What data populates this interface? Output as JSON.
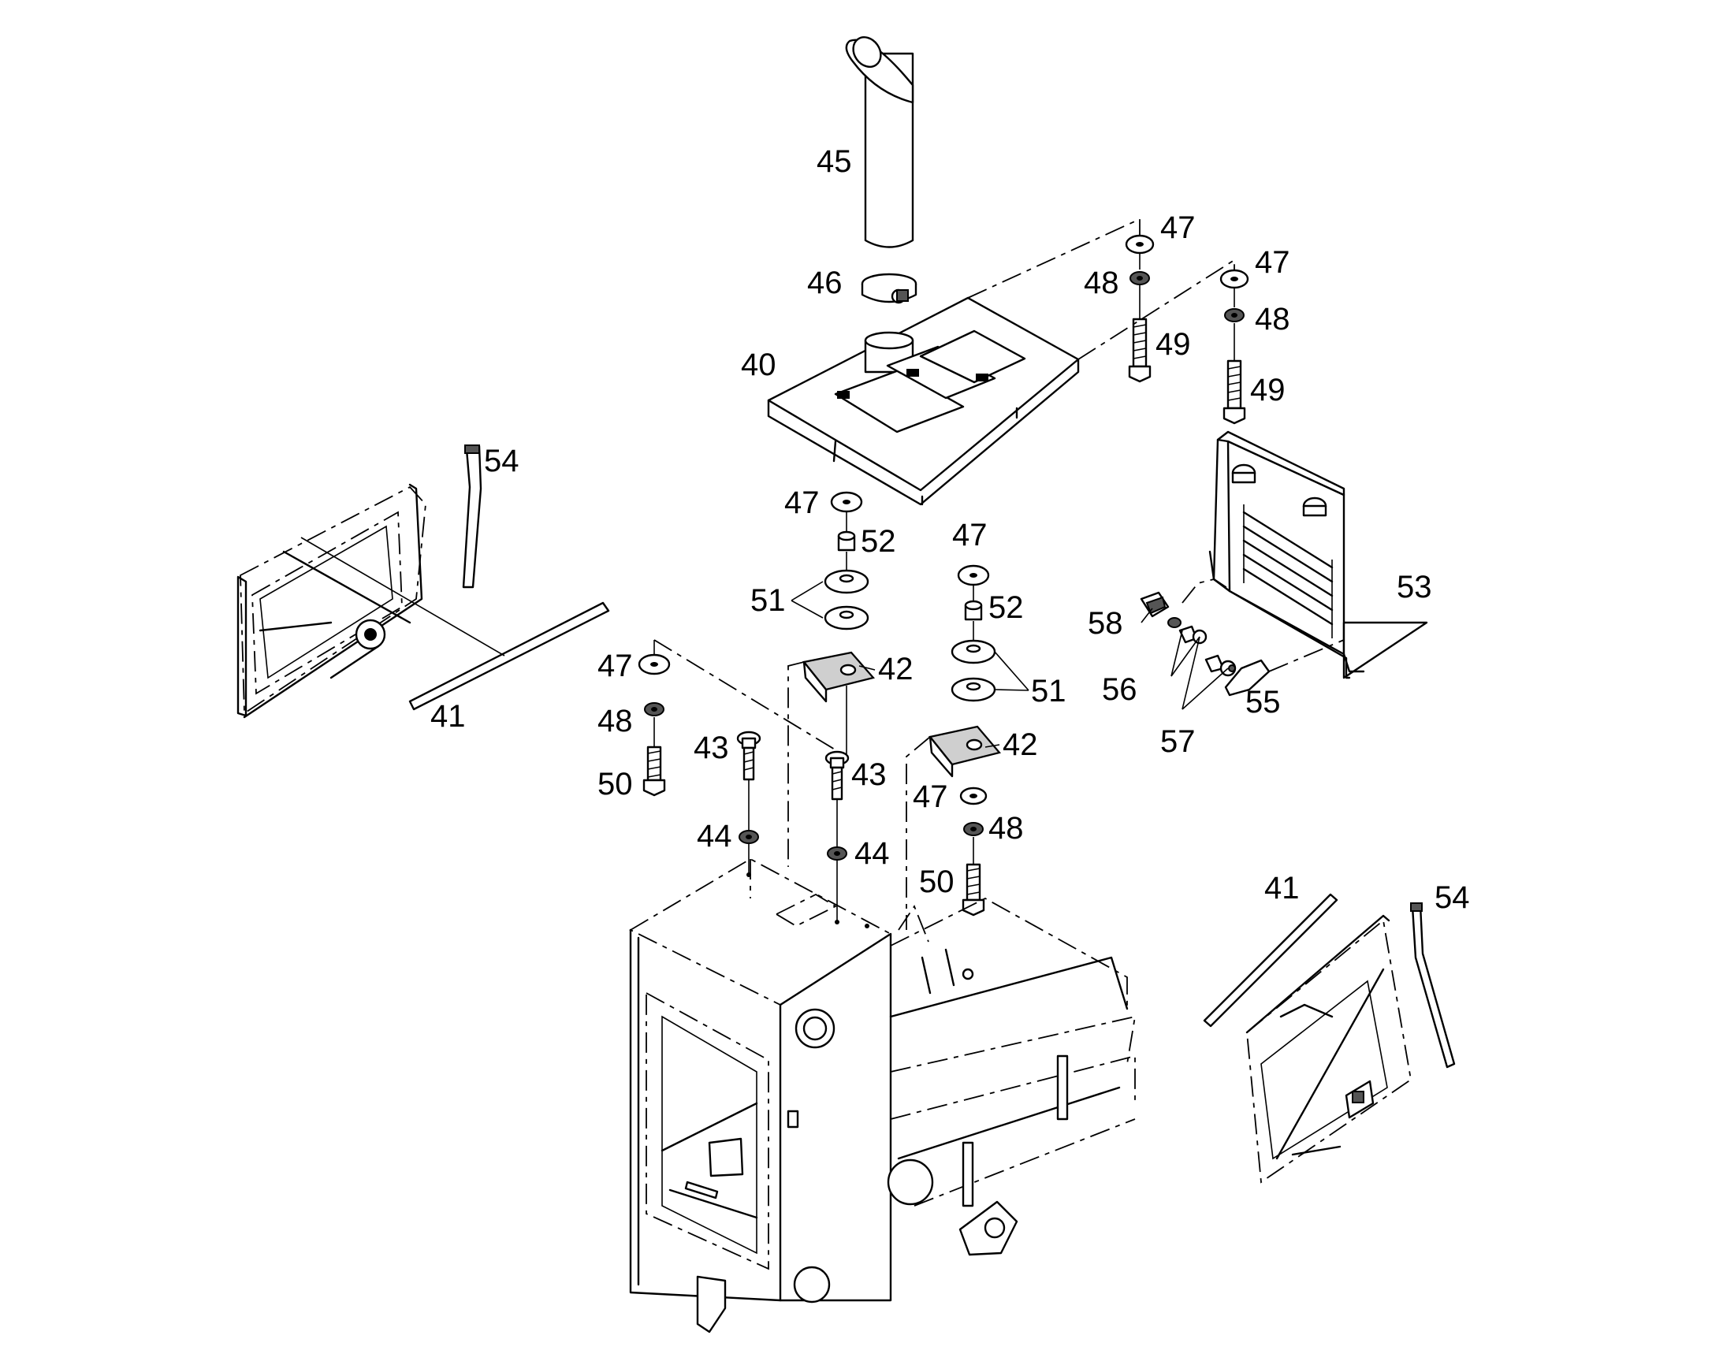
{
  "labels": {
    "l45": "45",
    "l46": "46",
    "l40": "40",
    "l47a": "47",
    "l48a": "48",
    "l49a": "49",
    "l47b": "47",
    "l48b": "48",
    "l49b": "49",
    "l54a": "54",
    "l41a": "41",
    "l47c": "47",
    "l52a": "52",
    "l51a": "51",
    "l42a": "42",
    "l47d": "47",
    "l48c": "48",
    "l50a": "50",
    "l43a": "43",
    "l44a": "44",
    "l43b": "43",
    "l44b": "44",
    "l47e": "47",
    "l52b": "52",
    "l51b": "51",
    "l42b": "42",
    "l47f": "47",
    "l48d": "48",
    "l50b": "50",
    "l53": "53",
    "l58": "58",
    "l56": "56",
    "l57": "57",
    "l55": "55",
    "l41b": "41",
    "l54b": "54"
  }
}
